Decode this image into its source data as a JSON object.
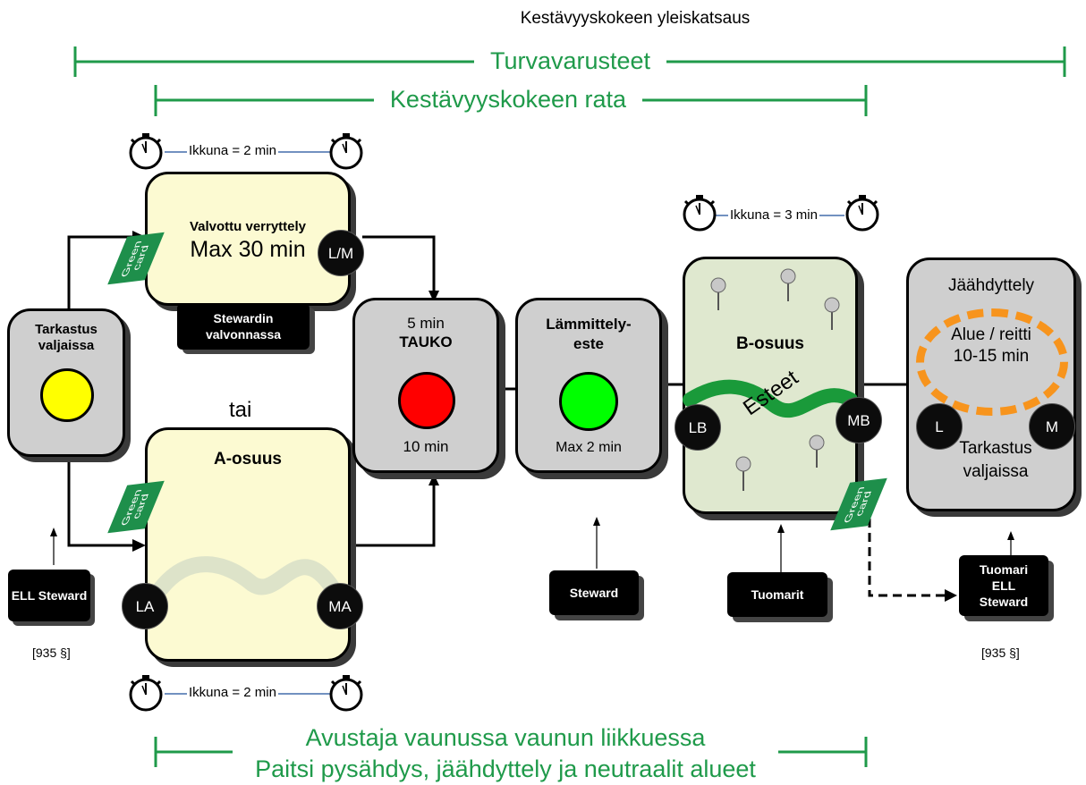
{
  "title": "Kestävyyskokeen yleiskatsaus",
  "spans": {
    "turvavarusteet": "Turvavarusteet",
    "rata": "Kestävyyskokeen rata",
    "avustaja_line1": "Avustaja vaunussa vaunun liikkuessa",
    "avustaja_line2": "Paitsi pysähdys, jäähdyttely ja neutraalit alueet"
  },
  "windows": {
    "top": "Ikkuna = 2 min",
    "bottom": "Ikkuna = 2 min",
    "b_section": "Ikkuna = 3 min"
  },
  "boxes": {
    "inspection": {
      "title": "Tarkastus valjaissa",
      "lamp_color": "#ffff00"
    },
    "warmup": {
      "title": "Valvottu verryttely",
      "subtitle": "Max 30 min",
      "node": "L/M",
      "card": "Green card"
    },
    "or_text": "tai",
    "a_section": {
      "title": "A-osuus",
      "start_node": "LA",
      "end_node": "MA",
      "card": "Green card"
    },
    "break": {
      "top": "5 min",
      "title": "TAUKO",
      "bottom": "10 min",
      "lamp_color": "#ff0000"
    },
    "warmup_obstacle": {
      "title": "Lämmittely-este",
      "bottom": "Max 2 min",
      "lamp_color": "#00ff00"
    },
    "b_section": {
      "title": "B-osuus",
      "obstacles": "Esteet",
      "start_node": "LB",
      "end_node": "MB",
      "card": "Green card"
    },
    "cooldown": {
      "title": "Jäähdyttely",
      "area": "Alue / reitti 10-15 min",
      "start_node": "L",
      "end_node": "M",
      "inspection": "Tarkastus valjaissa"
    }
  },
  "labels": {
    "steward_supervision": "Stewardin valvonnassa",
    "ell_steward": "ELL Steward",
    "steward": "Steward",
    "judges": "Tuomarit",
    "judge_ell_steward": "Tuomari ELL Steward",
    "ref_left": "[935 §]",
    "ref_right": "[935 §]"
  },
  "colors": {
    "green_line": "#1f9a4a",
    "yellow_box": "#fcfad2",
    "gray_box": "#cfcfcf",
    "b_box": "#dfe8cf",
    "cooldown_ring": "#f7941d",
    "card_green": "#1e8f4b"
  }
}
